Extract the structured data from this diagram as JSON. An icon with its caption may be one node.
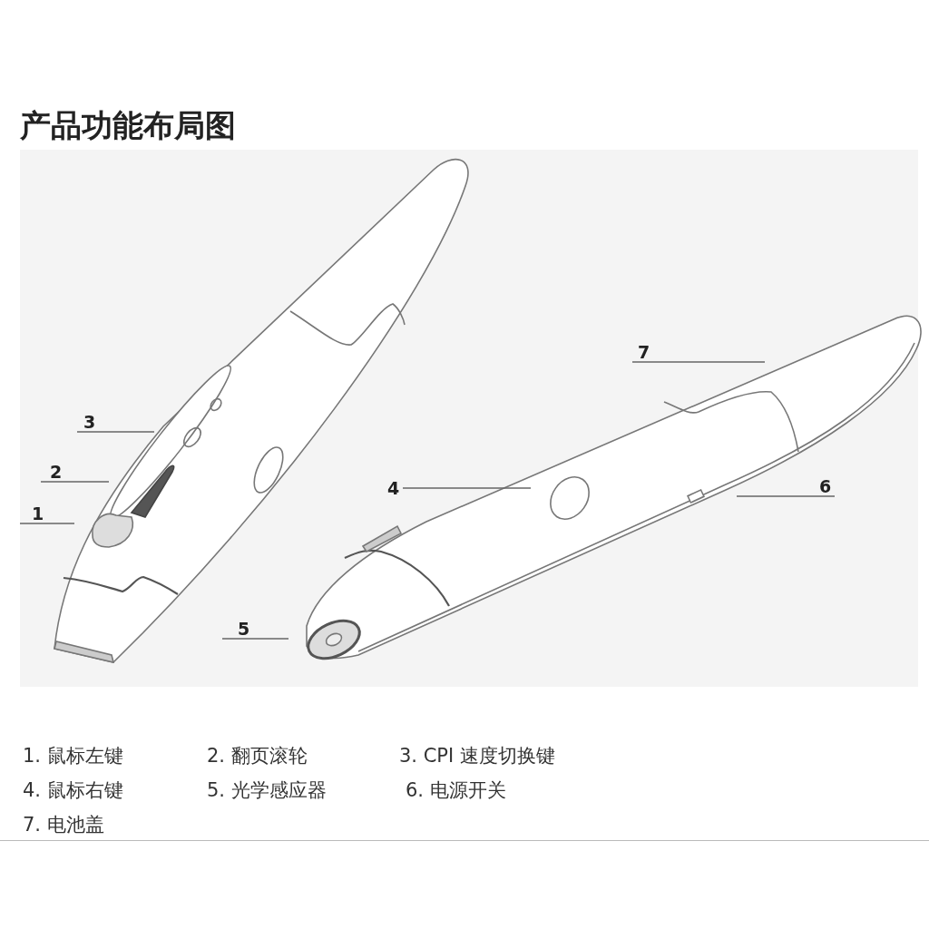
{
  "diagram": {
    "title": "产品功能布局图",
    "nodes": [
      {
        "text": [
          "7"
        ]
      },
      {
        "text": [
          "3"
        ]
      },
      {
        "text": [
          "2"
        ]
      },
      {
        "text": [
          "6"
        ]
      },
      {
        "text": [
          "4"
        ]
      },
      {
        "text": [
          "1"
        ]
      },
      {
        "text": [
          "5"
        ]
      }
    ],
    "edges": [
      {
        "from": 0,
        "to": null,
        "arrow": "none"
      },
      {
        "from": 1,
        "to": null,
        "arrow": "none"
      },
      {
        "from": 2,
        "to": null,
        "arrow": "none"
      },
      {
        "from": 3,
        "to": null,
        "arrow": "none"
      },
      {
        "from": 4,
        "to": null,
        "arrow": "none"
      },
      {
        "from": 5,
        "to": null,
        "arrow": "none"
      },
      {
        "from": 6,
        "to": null,
        "arrow": "none"
      }
    ],
    "labels": [
      "1. 鼠标左键",
      "2. 翻页滚轮",
      "3. CPI 速度切换键",
      "4. 鼠标右键",
      "5. 光学感应器",
      "6. 电源开关",
      "7. 电池盖"
    ]
  }
}
